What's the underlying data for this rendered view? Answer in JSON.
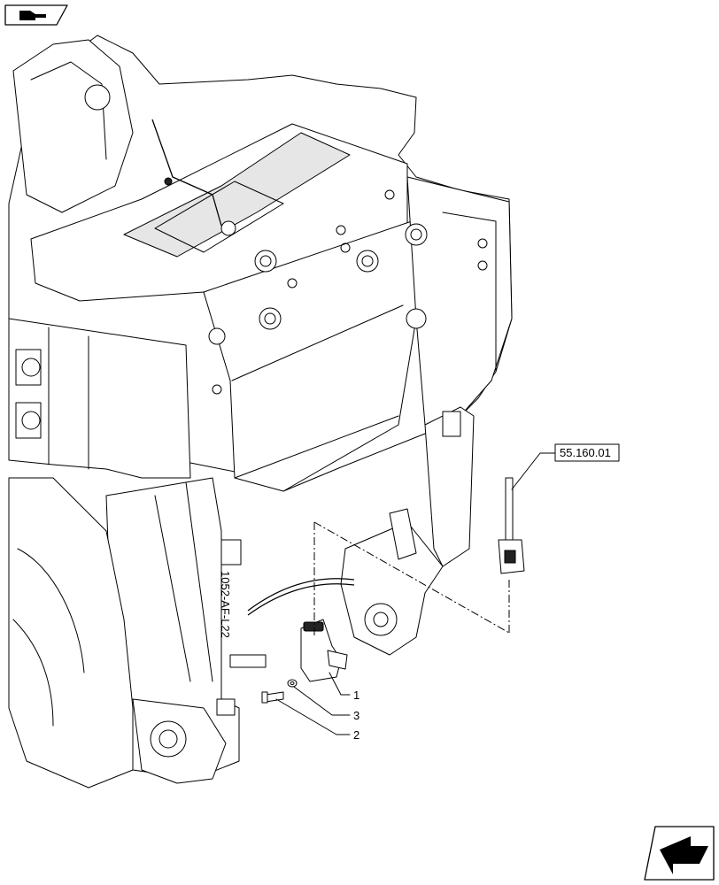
{
  "drawing": {
    "reference_label": "55.160.01",
    "frame_marking": "1052-AF-L22",
    "callouts": [
      {
        "id": "1",
        "label": "1"
      },
      {
        "id": "3",
        "label": "3"
      },
      {
        "id": "2",
        "label": "2"
      }
    ]
  },
  "nav": {
    "top_icon": "hand-pointing-right-icon",
    "bottom_icon": "arrow-next-page-icon"
  }
}
